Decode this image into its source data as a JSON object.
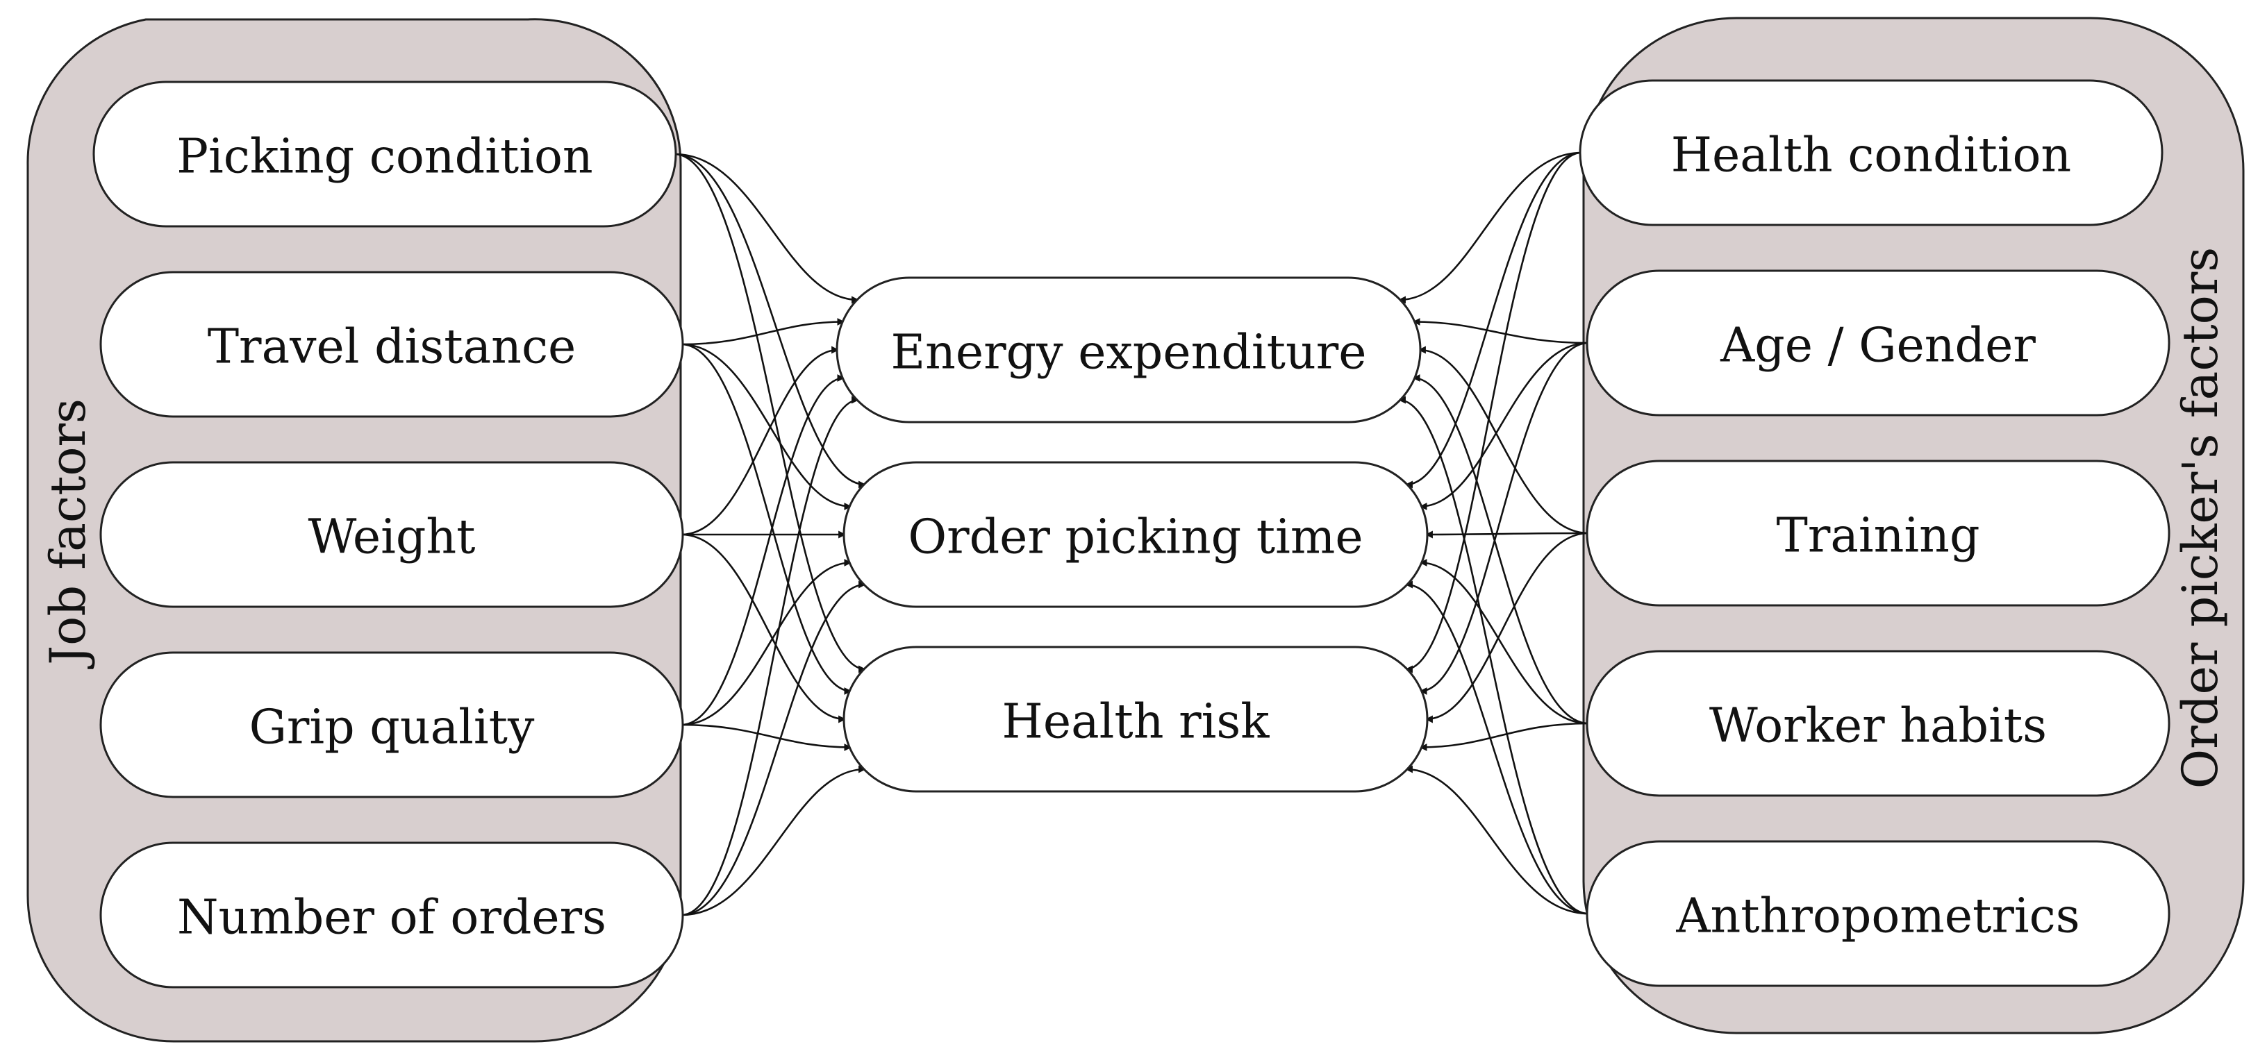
{
  "colors": {
    "group_fill": "#d8cfcf",
    "node_fill": "#ffffff",
    "stroke": "#222222",
    "text": "#111111"
  },
  "groups": {
    "job": {
      "label": "Job factors"
    },
    "picker": {
      "label": "Order picker's factors"
    }
  },
  "job_factors": [
    {
      "id": "picking-condition",
      "label": "Picking condition"
    },
    {
      "id": "travel-distance",
      "label": "Travel distance"
    },
    {
      "id": "weight",
      "label": "Weight"
    },
    {
      "id": "grip-quality",
      "label": "Grip quality"
    },
    {
      "id": "number-of-orders",
      "label": "Number of orders"
    }
  ],
  "outcomes": [
    {
      "id": "energy-expenditure",
      "label": "Energy expenditure"
    },
    {
      "id": "order-picking-time",
      "label": "Order picking time"
    },
    {
      "id": "health-risk",
      "label": "Health risk"
    }
  ],
  "picker_factors": [
    {
      "id": "health-condition",
      "label": "Health condition"
    },
    {
      "id": "age-gender",
      "label": "Age / Gender"
    },
    {
      "id": "training",
      "label": "Training"
    },
    {
      "id": "worker-habits",
      "label": "Worker habits"
    },
    {
      "id": "anthropometrics",
      "label": "Anthropometrics"
    }
  ],
  "edges": {
    "note_free": true,
    "from_job": "each job factor points to each outcome",
    "from_picker": "each order picker's factor points to each outcome"
  }
}
